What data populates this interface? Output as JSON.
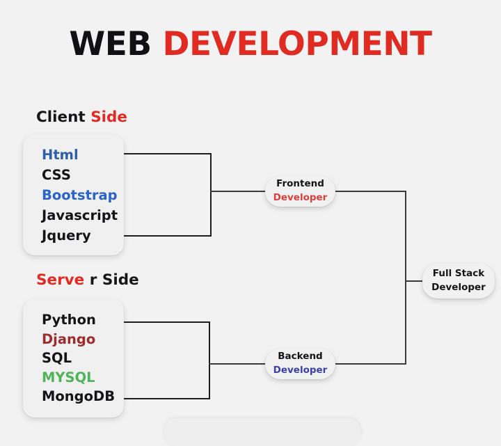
{
  "title": {
    "part1": "WEB",
    "part2": "DEVELOPMENT",
    "part1_color": "#111114",
    "part2_color": "#e02b22"
  },
  "sections": [
    {
      "heading_part1": "Client",
      "heading_part2": "Side",
      "heading_part1_color": "#17171a",
      "heading_part2_color": "#e02b22",
      "items": [
        {
          "label": "Html",
          "color": "#2f5fa8"
        },
        {
          "label": "CSS",
          "color": "#141417"
        },
        {
          "label": "Bootstrap",
          "color": "#2a64c8"
        },
        {
          "label": "Javascript",
          "color": "#141417"
        },
        {
          "label": "Jquery",
          "color": "#141417"
        }
      ]
    },
    {
      "heading_part1": "Serve",
      "heading_part2": "r Side",
      "heading_part1_color": "#e02b22",
      "heading_part2_color": "#17171a",
      "items": [
        {
          "label": "Python",
          "color": "#141417"
        },
        {
          "label": "Django",
          "color": "#9c2b2b"
        },
        {
          "label": "SQL",
          "color": "#141417"
        },
        {
          "label": "MYSQL",
          "color": "#4fb358"
        },
        {
          "label": "MongoDB",
          "color": "#141417"
        }
      ]
    }
  ],
  "roles": [
    {
      "line1": "Frontend",
      "line2": "Developer",
      "line1_color": "#141417",
      "line2_color": "#d9413c"
    },
    {
      "line1": "Backend",
      "line2": "Developer",
      "line1_color": "#141417",
      "line2_color": "#3b3fa8"
    },
    {
      "line1": "Full Stack",
      "line2": "Developer",
      "line1_color": "#141417",
      "line2_color": "#141417"
    }
  ],
  "colors": {
    "background": "#f2f2f3",
    "card": "#f0f0f1",
    "line": "#1d1d20"
  }
}
